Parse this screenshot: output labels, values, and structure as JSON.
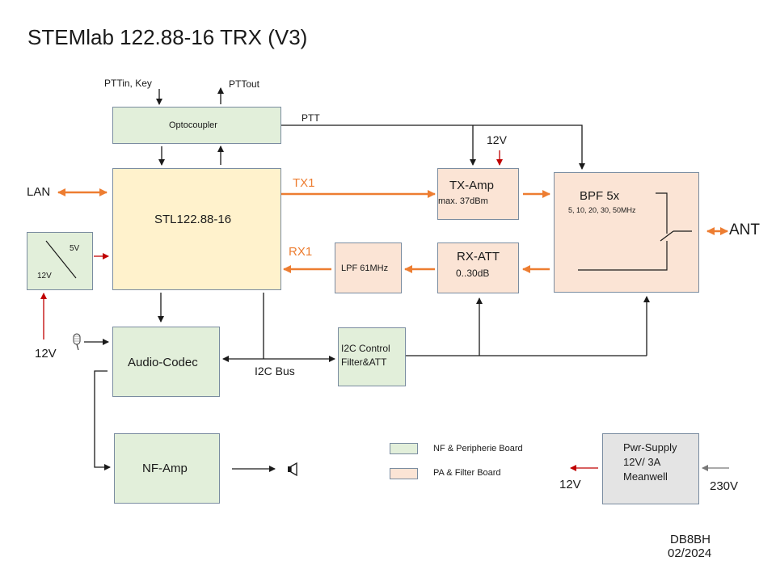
{
  "title": "STEMlab 122.88-16 TRX  (V3)",
  "blocks": {
    "optocoupler": "Optocoupler",
    "stl": "STL122.88-16",
    "audio_codec": "Audio-Codec",
    "nf_amp": "NF-Amp",
    "tx_amp": "TX-Amp",
    "tx_amp_sub": "max. 37dBm",
    "rx_att": "RX-ATT",
    "rx_att_sub": "0..30dB",
    "lpf": "LPF 61MHz",
    "bpf": "BPF 5x",
    "bpf_sub": "5, 10, 20, 30, 50MHz",
    "i2c_ctrl_1": "I2C Control",
    "i2c_ctrl_2": "Filter&ATT",
    "regulator_out": "5V",
    "regulator_in": "12V",
    "psu_1": "Pwr-Supply",
    "psu_2": "12V/ 3A",
    "psu_3": "Meanwell"
  },
  "labels": {
    "ptt_in": "PTTin, Key",
    "ptt_out": "PTTout",
    "ptt": "PTT",
    "tx_12v": "12V",
    "lan": "LAN",
    "tx1": "TX1",
    "rx1": "RX1",
    "ant": "ANT",
    "reg_12v": "12V",
    "i2c_bus": "I2C Bus",
    "psu_12v": "12V",
    "psu_230v": "230V"
  },
  "legend": {
    "green": "NF & Peripherie Board",
    "peach": "PA & Filter Board"
  },
  "footer": {
    "author": "DB8BH",
    "date": "02/2024"
  },
  "colors": {
    "green_board": "#e2efda",
    "peach_board": "#fbe4d5",
    "stl_board": "#fff2cc",
    "psu_board": "#e4e4e4",
    "rf_signal": "#ed7d31",
    "power": "#c00000",
    "wire": "#1a1a1a"
  }
}
